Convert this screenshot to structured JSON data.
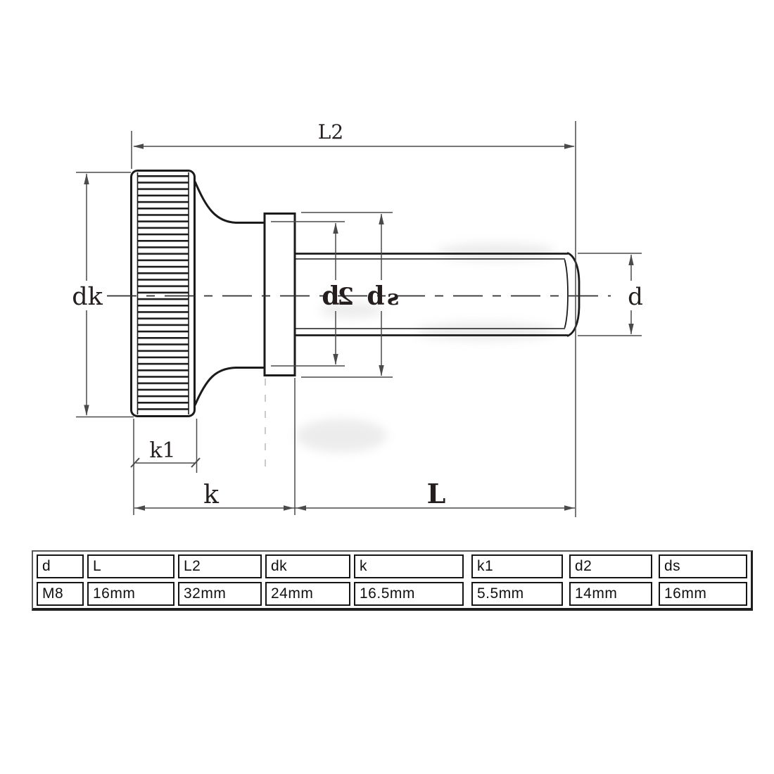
{
  "drawing": {
    "labels": {
      "l2": "L2",
      "dk": "dk",
      "d2_parts": [
        "d",
        "2"
      ],
      "ds_parts": [
        "d",
        "s"
      ],
      "d": "d",
      "k1": "k1",
      "k": "k",
      "l": "L"
    },
    "line_color": "#1b1b1b",
    "dim_color": "#4a4a4a"
  },
  "table": {
    "columns": [
      {
        "header": "d",
        "value": "M8"
      },
      {
        "header": "L",
        "value": "16mm"
      },
      {
        "header": "L2",
        "value": "32mm"
      },
      {
        "header": "dk",
        "value": "24mm"
      },
      {
        "header": "k",
        "value": "16.5mm"
      },
      {
        "header": "k1",
        "value": "5.5mm"
      },
      {
        "header": "d2",
        "value": "14mm"
      },
      {
        "header": "ds",
        "value": "16mm"
      }
    ]
  }
}
